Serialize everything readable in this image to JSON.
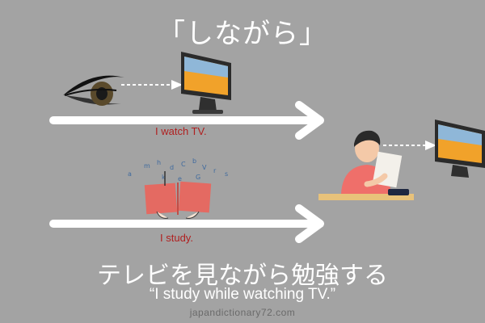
{
  "title": "「しながら」",
  "top_row": {
    "label": "I watch TV."
  },
  "bottom_row": {
    "label": "I study."
  },
  "sentence_japanese": "テレビを見ながら勉強する",
  "sentence_english": "“I study while watching TV.”",
  "watermark": "japandictionary72.com",
  "icons": [
    "eye-icon",
    "tv-icon",
    "open-book-icon",
    "student-studying-icon"
  ],
  "colors": {
    "background": "#a3a3a3",
    "arrow": "#ffffff",
    "label_red": "#b01f1f",
    "tv_screen": "#f1a22a",
    "book_red": "#e46a62",
    "shirt": "#ef6f6a",
    "desk": "#e8c27a"
  }
}
